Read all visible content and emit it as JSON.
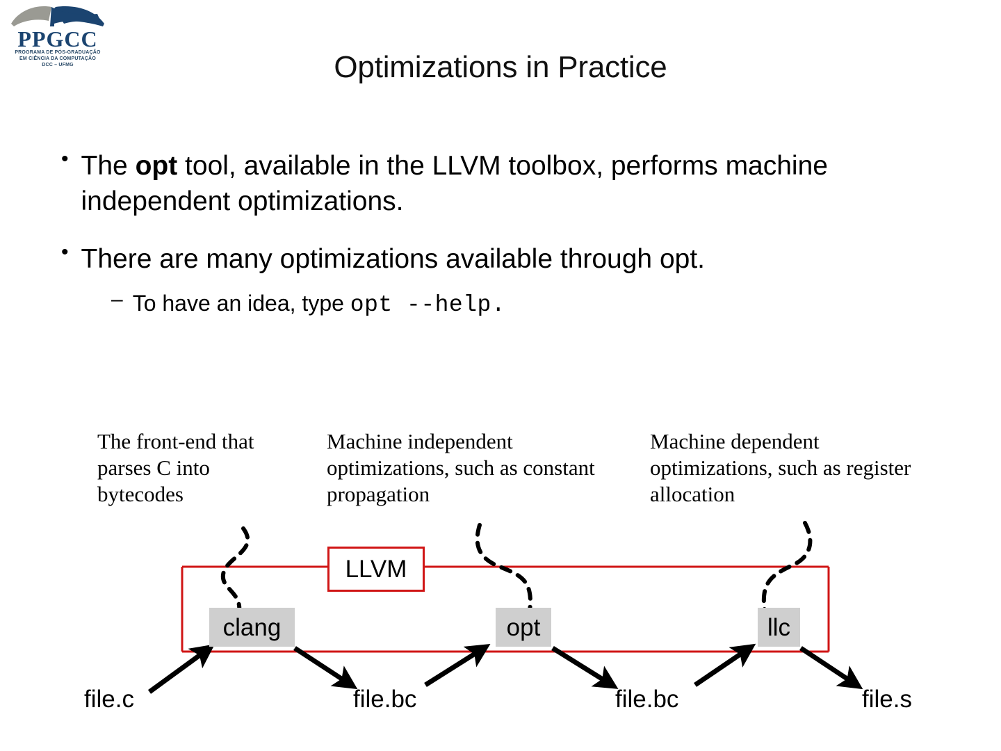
{
  "logo": {
    "name": "PPGCC",
    "line1": "PROGRAMA DE PÓS-GRADUAÇÃO",
    "line2": "EM CIÊNCIA DA COMPUTAÇÃO",
    "line3": "DCC – UFMG",
    "color": "#1b4470"
  },
  "slide": {
    "title": "Optimizations in Practice",
    "background": "#ffffff"
  },
  "bullets": [
    {
      "marker": "•",
      "level": 1,
      "text_before": "The ",
      "emphasis": "opt",
      "text_after": " tool, available in the LLVM toolbox, performs machine independent optimizations."
    },
    {
      "marker": "•",
      "level": 1,
      "text": "There are many optimizations available through opt."
    },
    {
      "marker": "–",
      "level": 2,
      "text_before": "To have an idea, type ",
      "code": "opt --help."
    }
  ],
  "annotations": [
    {
      "id": "front-end",
      "text": "The front-end that parses C into bytecodes"
    },
    {
      "id": "machine-independent",
      "text": "Machine independent optimizations, such as constant propagation"
    },
    {
      "id": "machine-dependent",
      "text": "Machine dependent optimizations, such as register allocation"
    }
  ],
  "diagram": {
    "container_label": "LLVM",
    "container_border_color": "#d01515",
    "stage_fill": "#cfcfcf",
    "stages": [
      {
        "id": "clang",
        "label": "clang"
      },
      {
        "id": "opt",
        "label": "opt"
      },
      {
        "id": "llc",
        "label": "llc"
      }
    ],
    "files": [
      {
        "id": "file-c",
        "label": "file.c"
      },
      {
        "id": "file-bc-1",
        "label": "file.bc"
      },
      {
        "id": "file-bc-2",
        "label": "file.bc"
      },
      {
        "id": "file-s",
        "label": "file.s"
      }
    ]
  }
}
